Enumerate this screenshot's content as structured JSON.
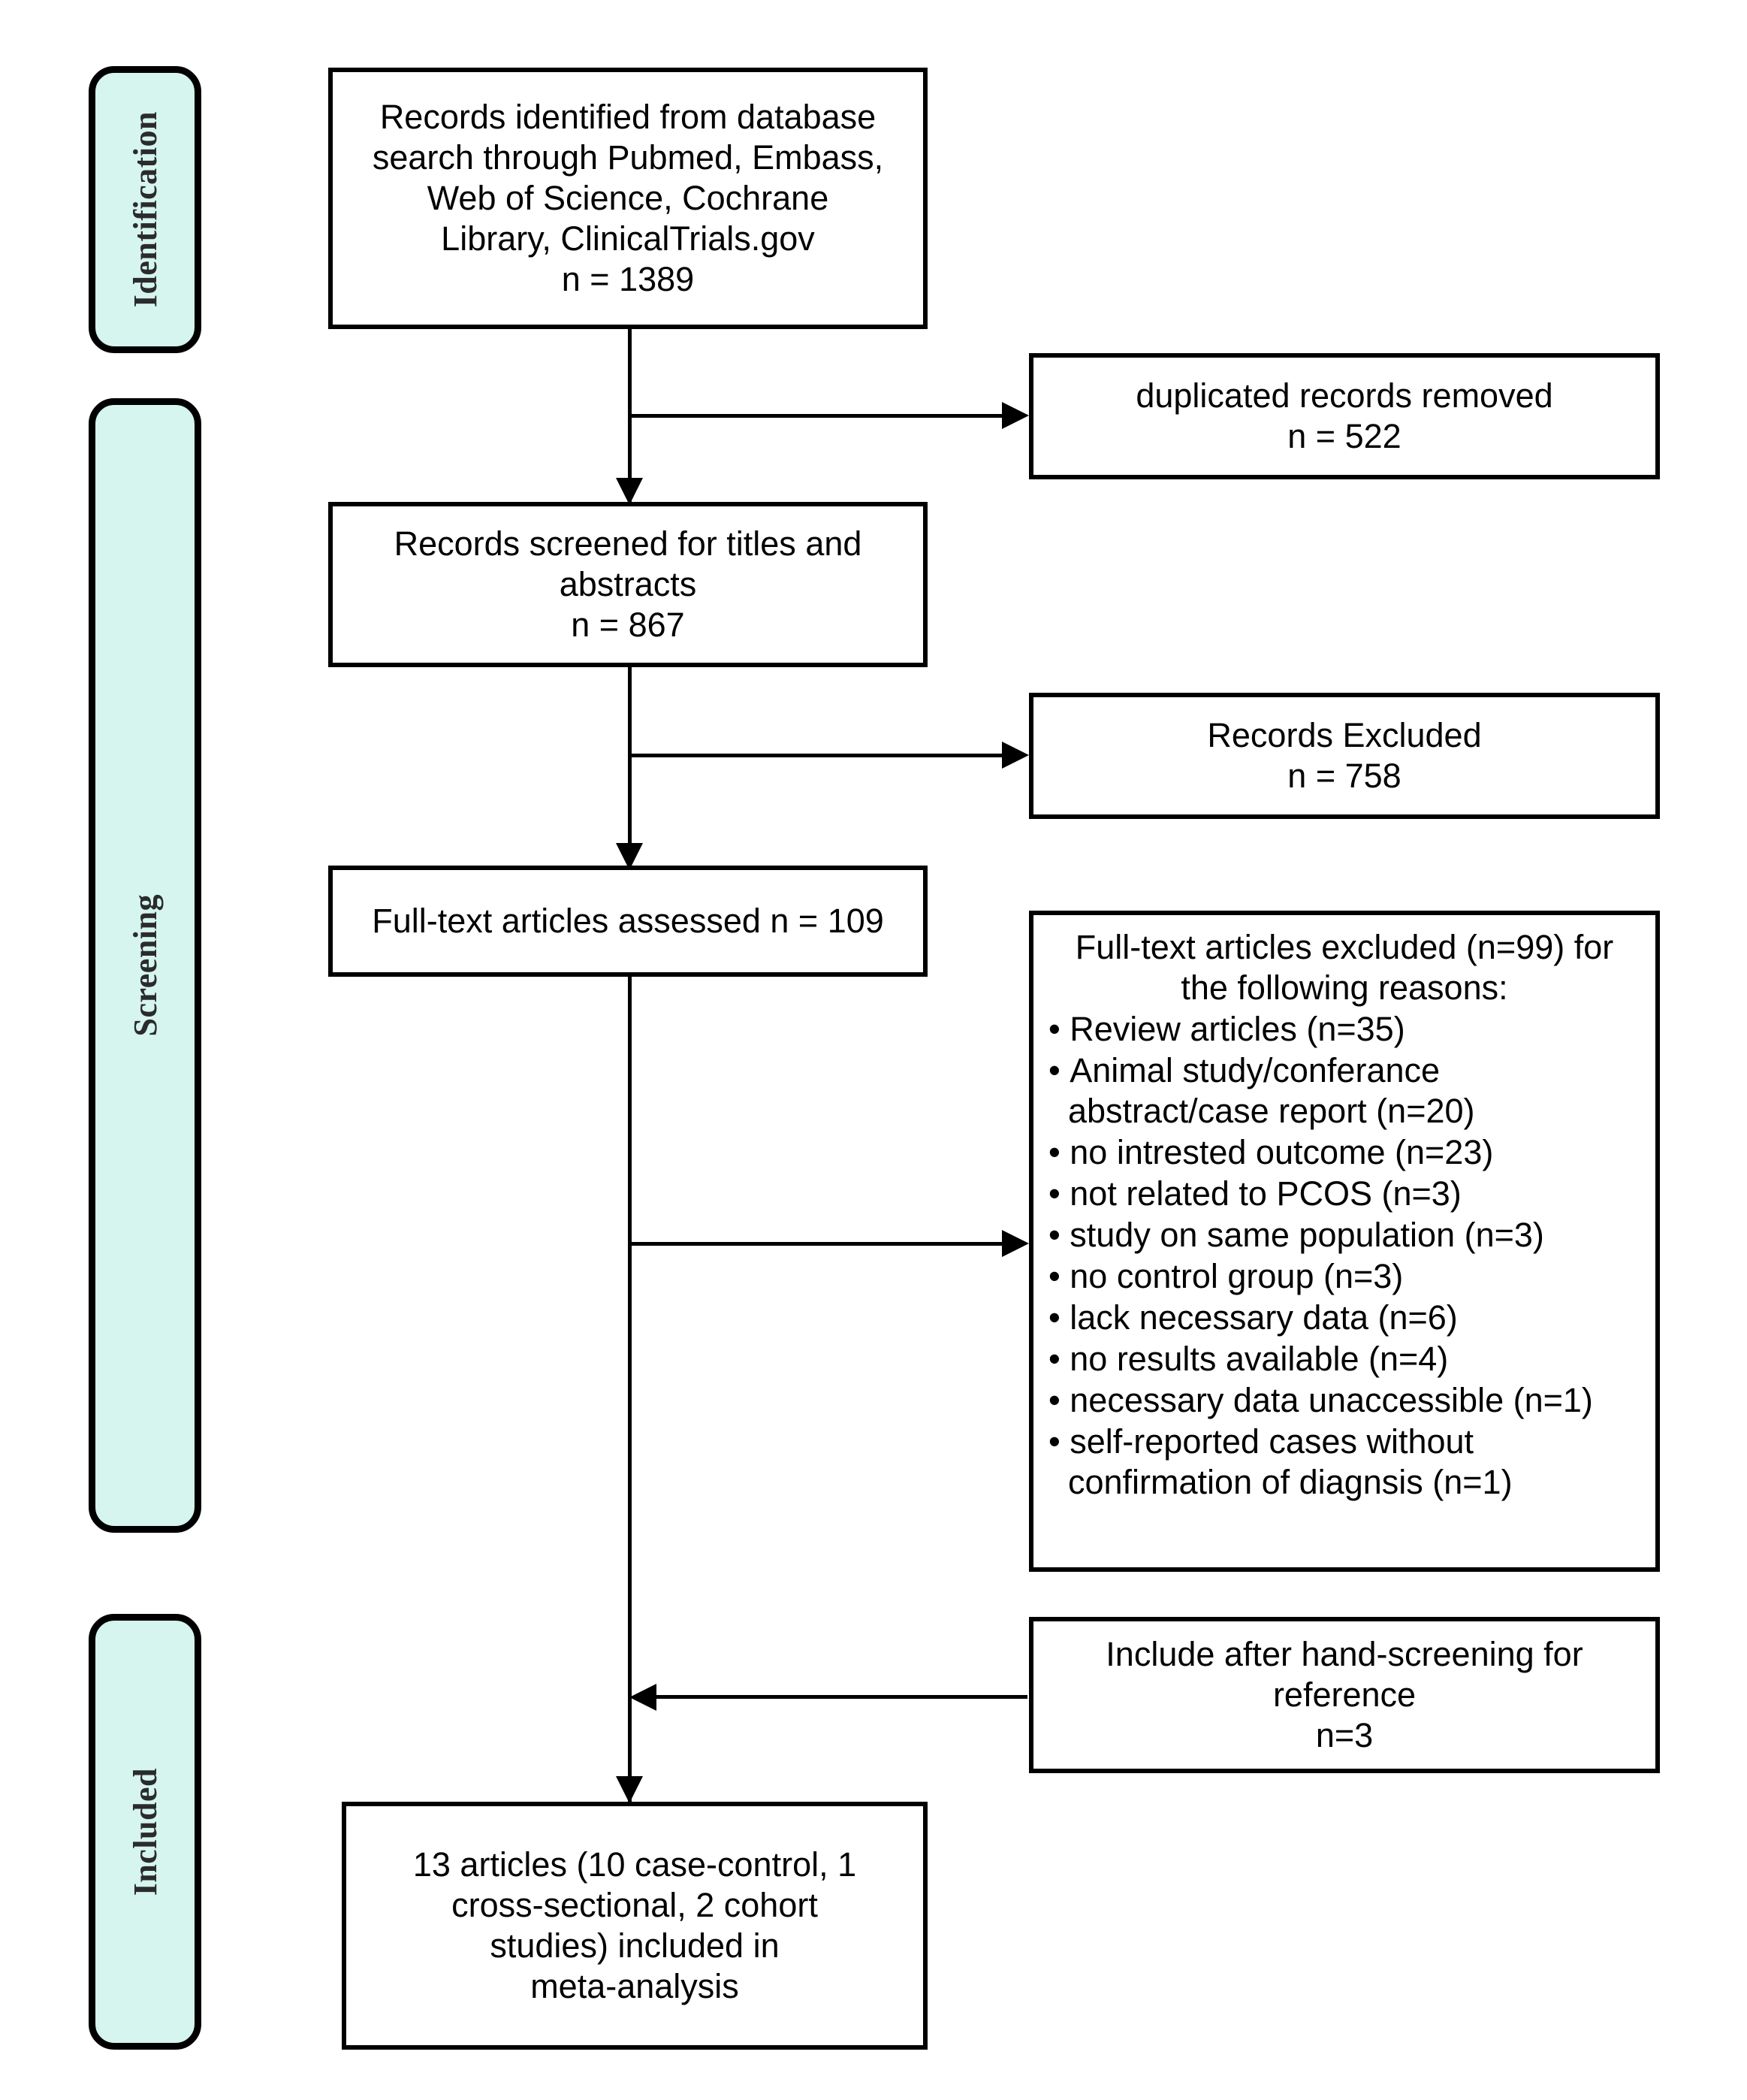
{
  "diagram": {
    "type": "prisma-flow-diagram",
    "accent_color": "#d5f5ee",
    "line_color": "#000000",
    "phases": [
      {
        "id": "identification",
        "label": "Identification"
      },
      {
        "id": "screening",
        "label": "Screening"
      },
      {
        "id": "included",
        "label": "Included"
      }
    ],
    "boxes": {
      "identified": {
        "text": "Records identified from database\nsearch through Pubmed, Embass,\nWeb of Science, Cochrane\nLibrary, ClinicalTrials.gov\nn = 1389",
        "n": 1389
      },
      "duplicates_removed": {
        "text": "duplicated records removed\nn = 522",
        "n": 522
      },
      "screened": {
        "text": "Records screened for titles and\nabstracts\nn = 867",
        "n": 867
      },
      "records_excluded": {
        "text": "Records Excluded\nn = 758",
        "n": 758
      },
      "fulltext_assessed": {
        "text": "Full-text articles assessed n = 109",
        "n": 109
      },
      "fulltext_excluded": {
        "header": "Full-text articles excluded (n=99) for\nthe following reasons:",
        "n": 99,
        "reasons": [
          {
            "label": "Review articles (n=35)",
            "n": 35
          },
          {
            "label": "Animal study/conferance abstract/case report (n=20)",
            "n": 20
          },
          {
            "label": "no intrested outcome (n=23)",
            "n": 23
          },
          {
            "label": "not related to PCOS (n=3)",
            "n": 3
          },
          {
            "label": "study on same population (n=3)",
            "n": 3
          },
          {
            "label": "no control group (n=3)",
            "n": 3
          },
          {
            "label": "lack necessary data (n=6)",
            "n": 6
          },
          {
            "label": "no results available (n=4)",
            "n": 4
          },
          {
            "label": "necessary data unaccessible (n=1)",
            "n": 1
          },
          {
            "label": "self-reported cases without confirmation of diagnsis (n=1)",
            "n": 1
          }
        ]
      },
      "hand_screening": {
        "text": "Include after hand-screening for\nreference\nn=3",
        "n": 3
      },
      "final_included": {
        "text": "13 articles (10 case-control, 1\ncross-sectional, 2 cohort\nstudies) included in\nmeta-analysis",
        "n": 13
      }
    }
  }
}
